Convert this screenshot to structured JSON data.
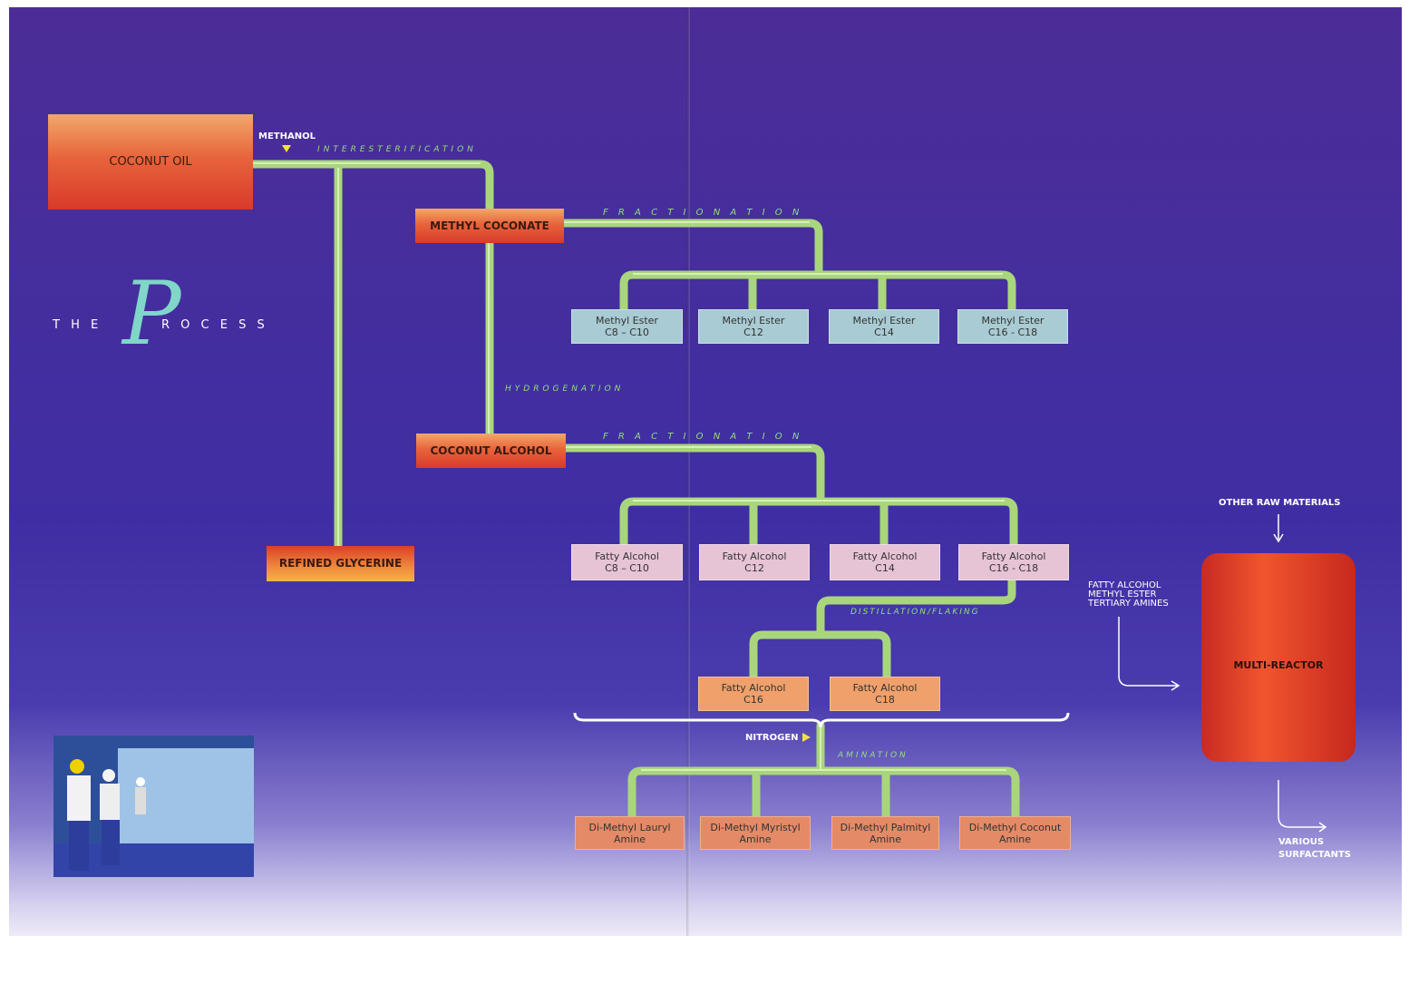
{
  "title": {
    "the": "T H E",
    "p": "P",
    "rocess": "R O C E S S"
  },
  "inputs": {
    "coconut_oil": "COCONUT OIL",
    "methanol": "METHANOL",
    "nitrogen": "NITROGEN"
  },
  "processes": {
    "interesterification": "INTERESTERIFICATION",
    "fractionation1": "F R A C T I O N A T I O N",
    "hydrogenation": "HYDROGENATION",
    "fractionation2": "F R A C T I O N A T I O N",
    "distillation": "DISTILLATION/FLAKING",
    "amination": "AMINATION"
  },
  "products": {
    "methyl_coconate": "METHYL COCONATE",
    "coconut_alcohol": "COCONUT ALCOHOL",
    "refined_glycerine": "REFINED GLYCERINE"
  },
  "methyl_esters": [
    {
      "name": "Methyl Ester",
      "carbon": "C8 – C10"
    },
    {
      "name": "Methyl Ester",
      "carbon": "C12"
    },
    {
      "name": "Methyl Ester",
      "carbon": "C14"
    },
    {
      "name": "Methyl Ester",
      "carbon": "C16 - C18"
    }
  ],
  "fatty_alcohols": [
    {
      "name": "Fatty Alcohol",
      "carbon": "C8 – C10"
    },
    {
      "name": "Fatty Alcohol",
      "carbon": "C12"
    },
    {
      "name": "Fatty Alcohol",
      "carbon": "C14"
    },
    {
      "name": "Fatty Alcohol",
      "carbon": "C16 - C18"
    }
  ],
  "flaked_alcohols": [
    {
      "name": "Fatty Alcohol",
      "carbon": "C16"
    },
    {
      "name": "Fatty Alcohol",
      "carbon": "C18"
    }
  ],
  "amines": [
    {
      "name": "Di-Methyl Lauryl",
      "sub": "Amine"
    },
    {
      "name": "Di-Methyl Myristyl",
      "sub": "Amine"
    },
    {
      "name": "Di-Methyl Palmityl",
      "sub": "Amine"
    },
    {
      "name": "Di-Methyl Coconut",
      "sub": "Amine"
    }
  ],
  "reactor": {
    "label": "MULTI-REACTOR",
    "other": "OTHER RAW MATERIALS",
    "feed": [
      "FATTY ALCOHOL",
      "METHYL ESTER",
      "TERTIARY AMINES"
    ],
    "output": [
      "VARIOUS",
      "SURFACTANTS"
    ]
  },
  "colors": {
    "pipe": "#b9e08c",
    "background": "#432ea0",
    "reactor": "#e5452e"
  }
}
